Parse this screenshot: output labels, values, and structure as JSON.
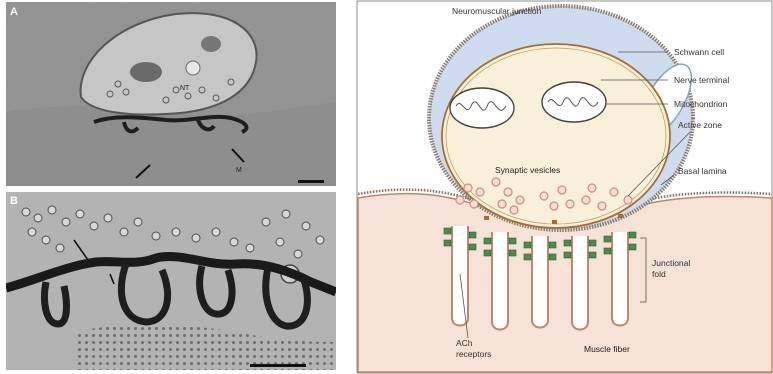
{
  "panel_a": {
    "letter": "A",
    "labels": {
      "nt": "NT",
      "m": "M"
    }
  },
  "panel_b": {
    "letter": "B"
  },
  "diagram": {
    "title": "Neuromuscular junction",
    "labels": {
      "schwann_cell": "Schwann cell",
      "nerve_terminal": "Nerve terminal",
      "mitochondrion": "Mitochondrion",
      "active_zone": "Active zone",
      "basal_lamina": "Basal lamina",
      "junctional_fold_line1": "Junctional",
      "junctional_fold_line2": "fold",
      "synaptic_vesicles": "Synaptic vesicles",
      "ach_receptors_line1": "ACh",
      "ach_receptors_line2": "receptors",
      "muscle_fiber": "Muscle fiber"
    },
    "colors": {
      "schwann": "#cfdcef",
      "terminal": "#f8f0d8",
      "muscle": "#f6e2d6",
      "receptor": "#4f8a4f",
      "vesicle": "#d48a7c"
    }
  }
}
